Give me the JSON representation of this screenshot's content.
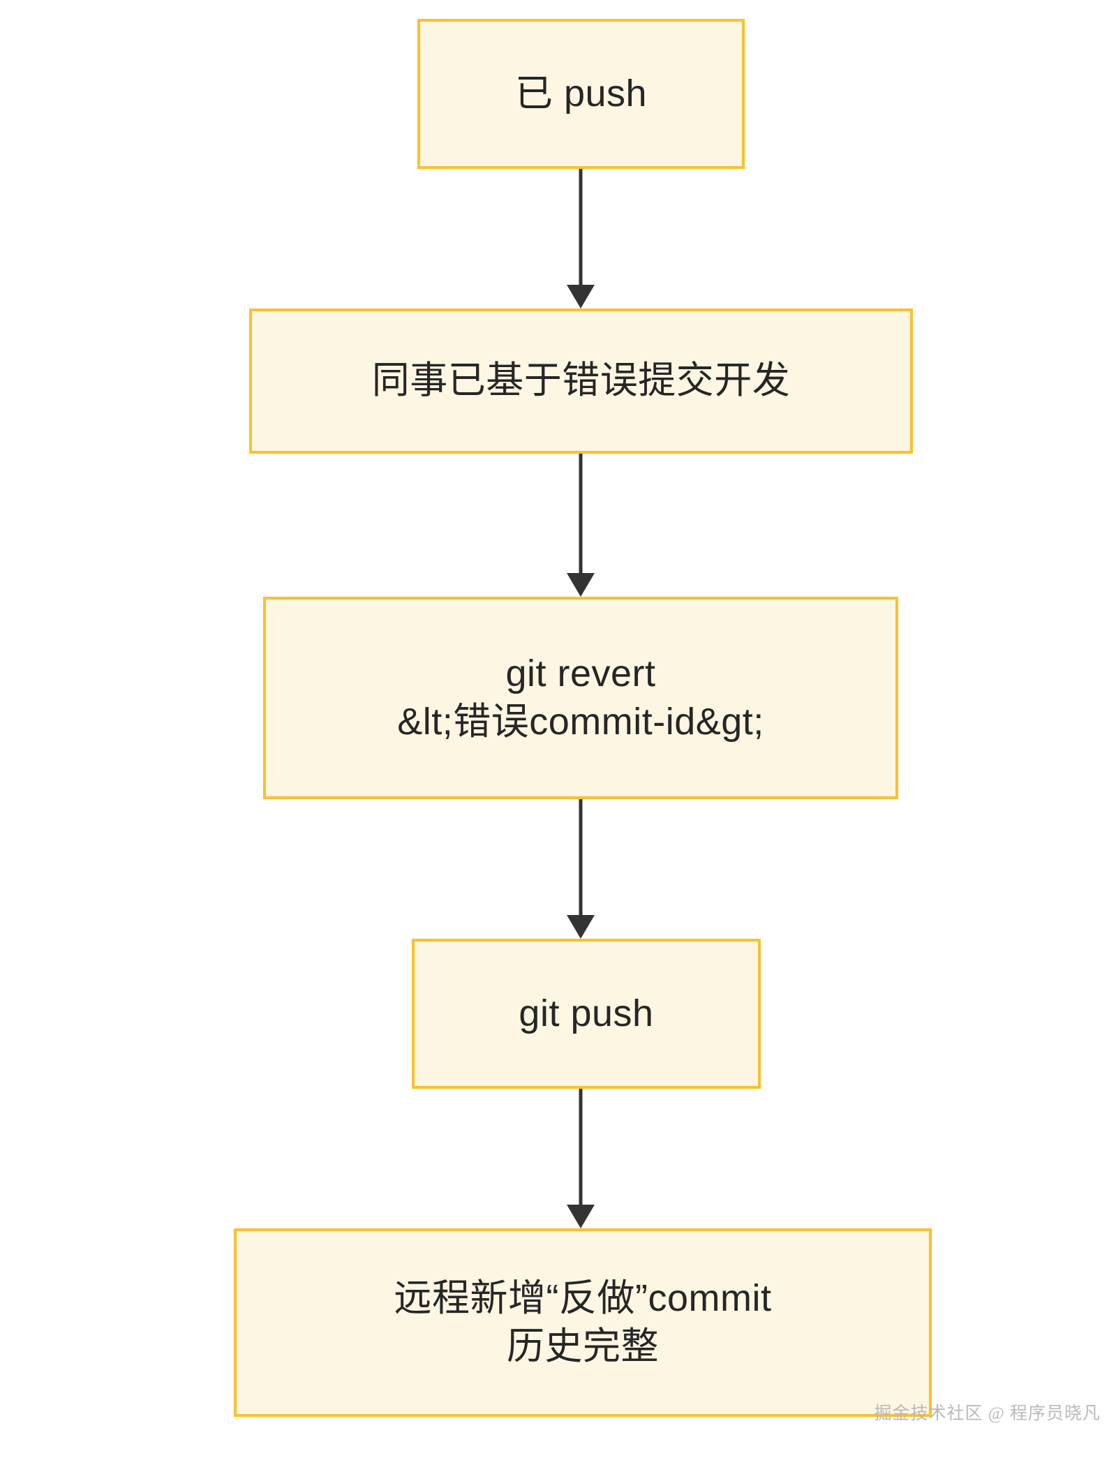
{
  "diagram": {
    "type": "flowchart",
    "direction": "top-to-bottom",
    "theme": {
      "node_fill": "#fdf6e3",
      "node_border": "#fbc02d",
      "node_text": "#262626",
      "edge_color": "#333333",
      "background": "#ffffff",
      "watermark_color": "#b9b9b9"
    },
    "nodes": [
      {
        "id": "pushed",
        "name": "node-pushed",
        "lines": [
          "已 push"
        ]
      },
      {
        "id": "colleague-based",
        "name": "node-colleague-based",
        "lines": [
          "同事已基于错误提交开发"
        ]
      },
      {
        "id": "git-revert",
        "name": "node-git-revert",
        "lines": [
          "git revert",
          "&lt;错误commit-id&gt;"
        ]
      },
      {
        "id": "git-push",
        "name": "node-git-push",
        "lines": [
          "git push"
        ]
      },
      {
        "id": "remote-result",
        "name": "node-remote-result",
        "lines": [
          "远程新增“反做”commit",
          "历史完整"
        ]
      }
    ],
    "edges": [
      {
        "from": "pushed",
        "to": "colleague-based",
        "label": ""
      },
      {
        "from": "colleague-based",
        "to": "git-revert",
        "label": ""
      },
      {
        "from": "git-revert",
        "to": "git-push",
        "label": ""
      },
      {
        "from": "git-push",
        "to": "remote-result",
        "label": ""
      }
    ]
  },
  "watermark": {
    "text": "掘金技术社区 @ 程序员晓凡"
  }
}
